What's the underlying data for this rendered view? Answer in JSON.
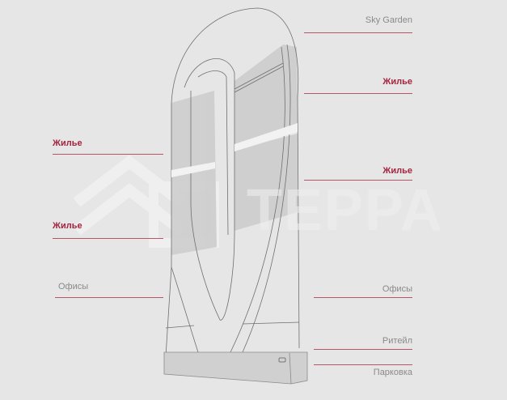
{
  "watermark": "ТЕРРА",
  "labels_right": [
    {
      "text": "Sky Garden",
      "accent": false
    },
    {
      "text": "Жилье",
      "accent": true
    },
    {
      "text": "Жилье",
      "accent": true
    },
    {
      "text": "Офисы",
      "accent": false
    },
    {
      "text": "Ритейл",
      "accent": false
    },
    {
      "text": "Парковка",
      "accent": false
    }
  ],
  "labels_left": [
    {
      "text": "Жилье",
      "accent": true
    },
    {
      "text": "Жилье",
      "accent": true
    },
    {
      "text": "Офисы",
      "accent": false
    }
  ],
  "colors": {
    "background": "#e6e6e6",
    "accent": "#a3253f",
    "line": "#b5566b",
    "band": "#cfcfcf"
  }
}
